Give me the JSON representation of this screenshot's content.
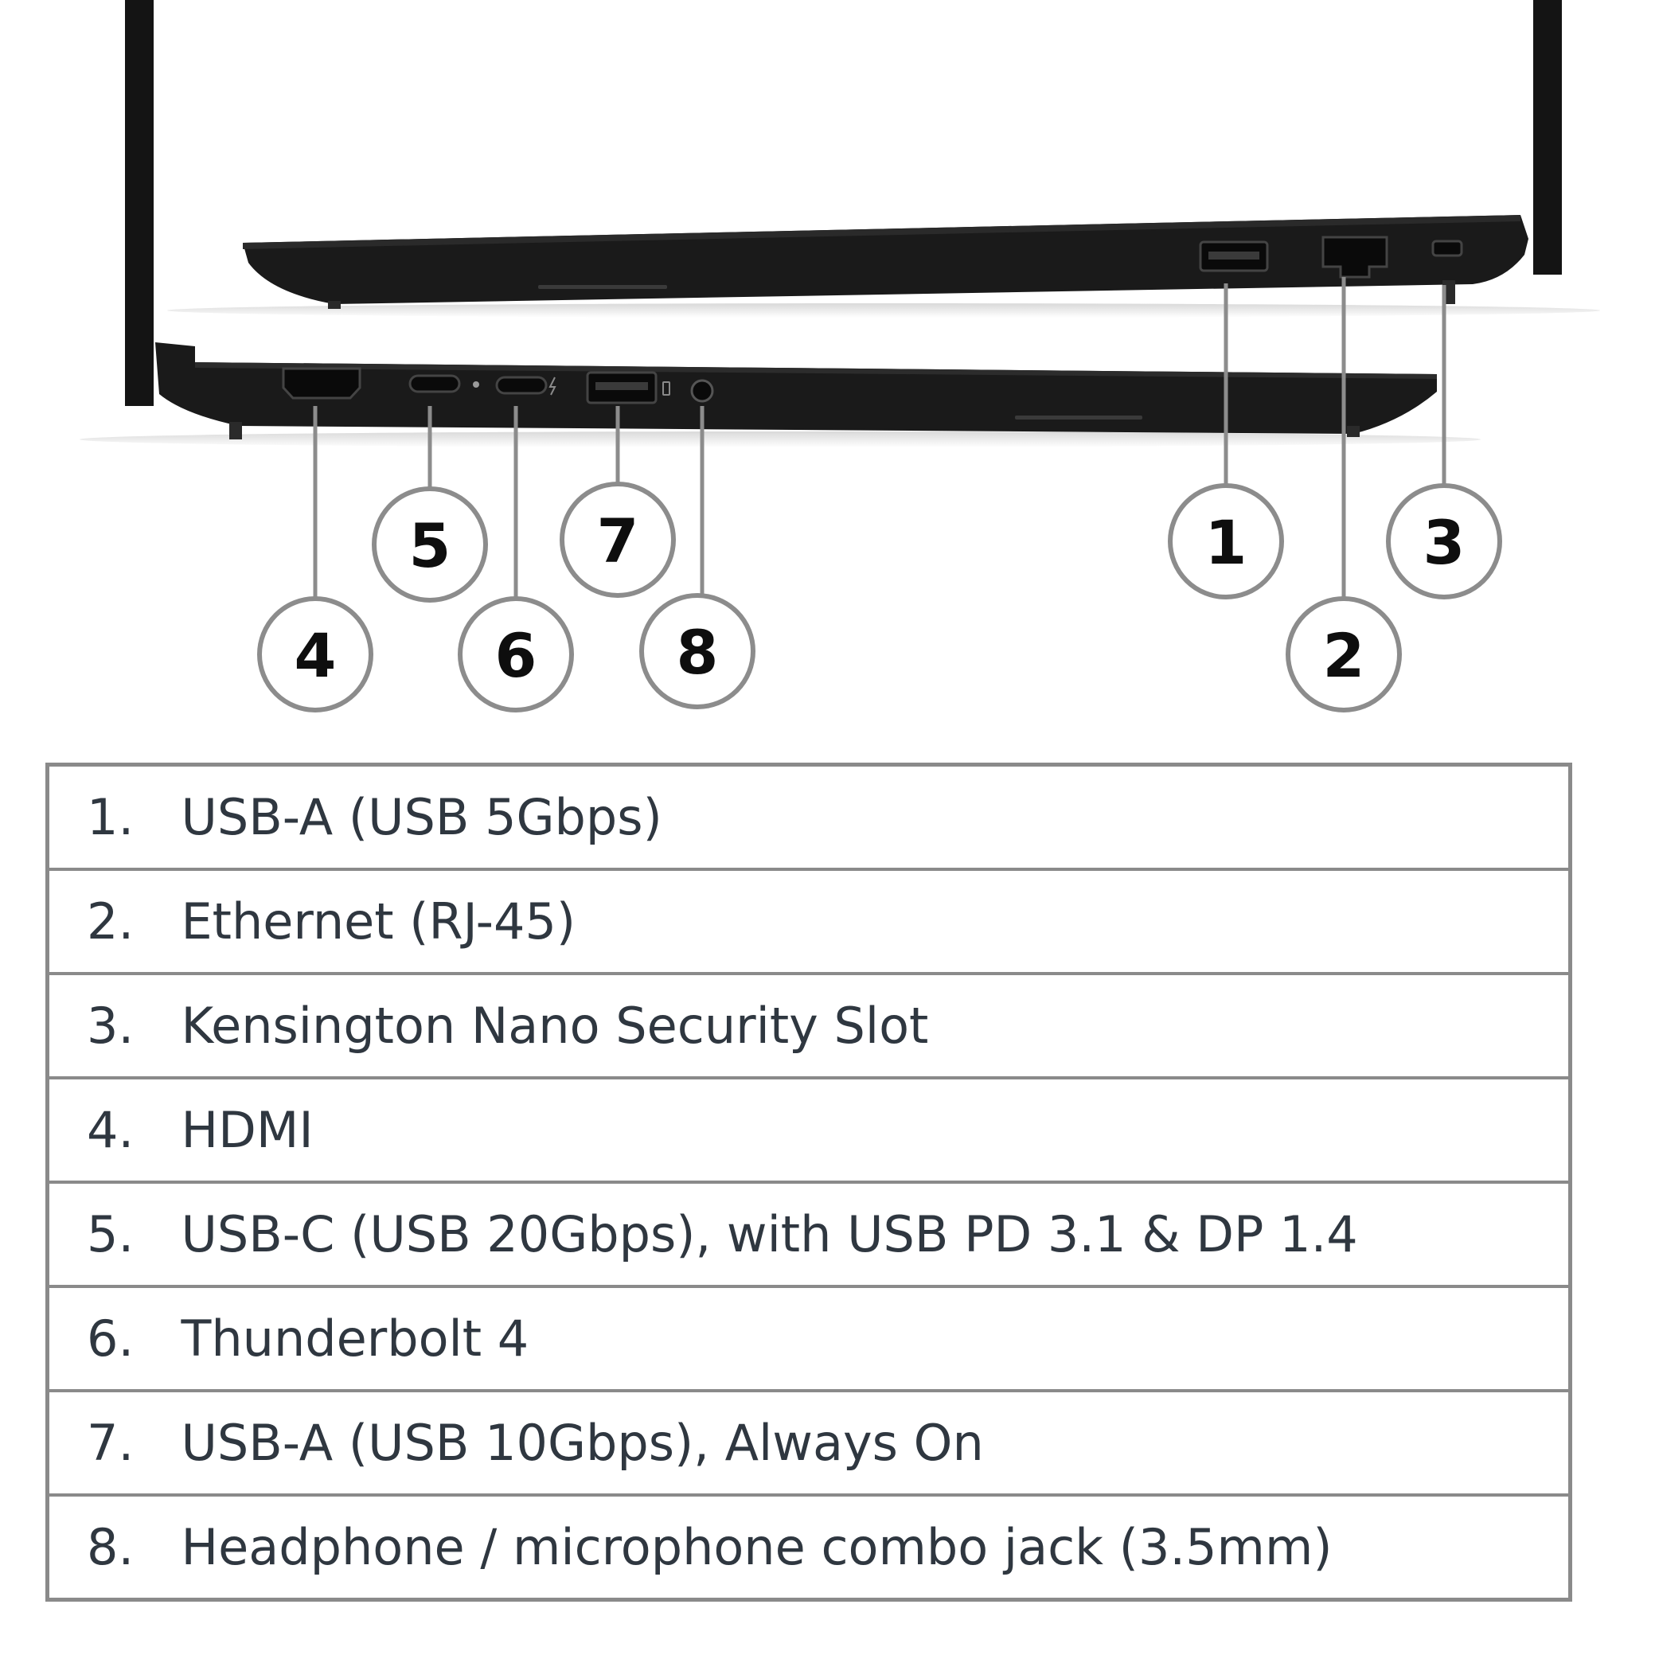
{
  "callouts": [
    {
      "number": "1",
      "label": "USB-A (USB 5Gbps)"
    },
    {
      "number": "2",
      "label": "Ethernet (RJ-45)"
    },
    {
      "number": "3",
      "label": "Kensington Nano Security Slot"
    },
    {
      "number": "4",
      "label": "HDMI"
    },
    {
      "number": "5",
      "label": "USB-C (USB 20Gbps), with USB PD 3.1 & DP 1.4"
    },
    {
      "number": "6",
      "label": "Thunderbolt 4"
    },
    {
      "number": "7",
      "label": "USB-A (USB 10Gbps), Always On"
    },
    {
      "number": "8",
      "label": "Headphone / microphone combo jack (3.5mm)"
    }
  ],
  "table": {
    "rows": [
      {
        "num": "1.",
        "desc": "USB-A (USB 5Gbps)"
      },
      {
        "num": "2.",
        "desc": "Ethernet (RJ-45)"
      },
      {
        "num": "3.",
        "desc": "Kensington Nano Security Slot"
      },
      {
        "num": "4.",
        "desc": "HDMI"
      },
      {
        "num": "5.",
        "desc": "USB-C (USB 20Gbps), with USB PD 3.1 & DP 1.4"
      },
      {
        "num": "6.",
        "desc": "Thunderbolt 4"
      },
      {
        "num": "7.",
        "desc": "USB-A (USB 10Gbps), Always On"
      },
      {
        "num": "8.",
        "desc": "Headphone / microphone combo jack (3.5mm)"
      }
    ]
  },
  "colors": {
    "chassis": "#151515",
    "callout_line": "#8c8c8c",
    "table_border": "#8a8a8a",
    "text": "#2f3740"
  }
}
